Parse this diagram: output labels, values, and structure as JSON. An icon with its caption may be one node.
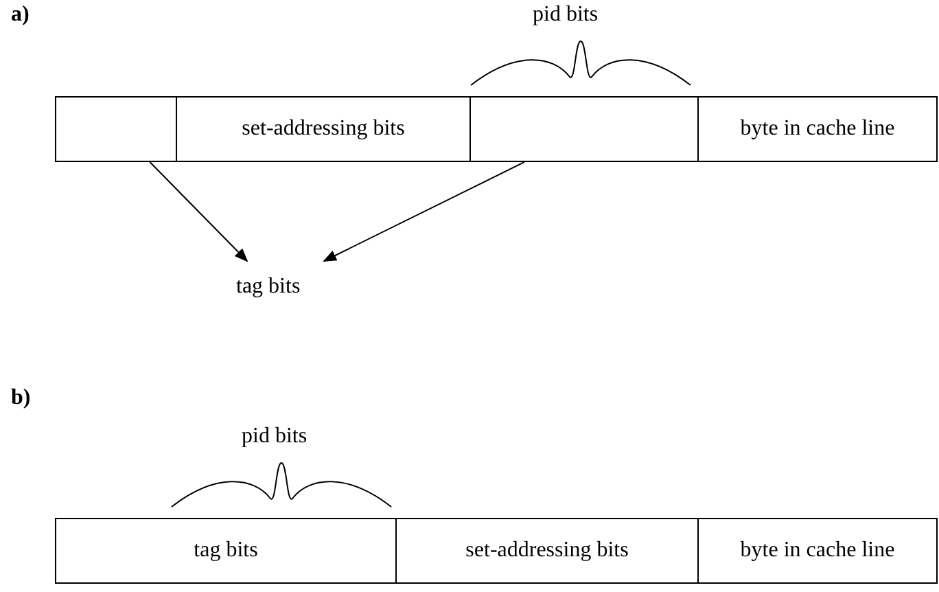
{
  "diagram": {
    "nodes": [
      {
        "text": [],
        "shape": "box"
      },
      {
        "text": [
          "set-addressing bits"
        ]
      },
      {
        "text": [],
        "shape": "box"
      },
      {
        "text": [
          "byte in cache line"
        ]
      },
      {
        "text": [
          "tag bits"
        ]
      },
      {
        "text": [
          "tag bits"
        ]
      },
      {
        "text": [
          "set-addressing bits"
        ]
      },
      {
        "text": [
          "byte in cache line"
        ]
      }
    ],
    "edges": [
      {
        "from": 0,
        "to": 4,
        "arrow": "to"
      },
      {
        "from": 2,
        "to": 4,
        "arrow": "to"
      }
    ],
    "labels": [
      "a)",
      "pid bits",
      "b)",
      "pid bits"
    ]
  }
}
